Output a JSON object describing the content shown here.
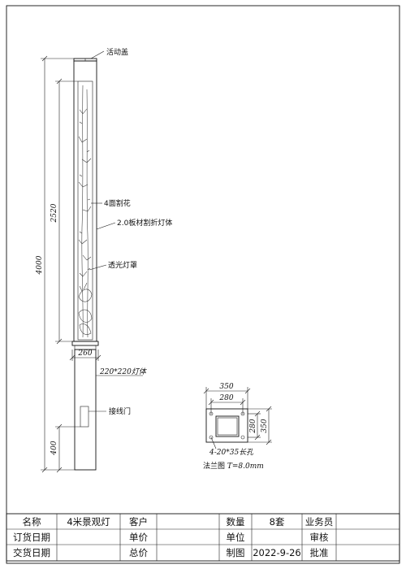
{
  "drawing": {
    "labels": {
      "cover": "活动盖",
      "carving": "4面割花",
      "body": "2.0板材割折灯体",
      "shade": "透光灯罩",
      "lamp_body_size": "220*220灯体",
      "wiring_door": "接线门",
      "slots": "4-20*35长孔",
      "flange_prefix": "法兰图 ",
      "flange_thickness": "T=8.0mm"
    },
    "dimensions": {
      "total_height": "4000",
      "lamp_height": "2520",
      "lamp_width": "260",
      "door_height": "400",
      "flange_outer": "350",
      "flange_bolt": "280",
      "flange_bolt_v": "280",
      "flange_outer_v": "350"
    }
  },
  "title_block": {
    "row1": [
      "名称",
      "4米景观灯",
      "客户",
      "",
      "数量",
      "8套",
      "业务员",
      ""
    ],
    "row2": [
      "订货日期",
      "",
      "单价",
      "",
      "单位",
      "",
      "审核",
      ""
    ],
    "row3": [
      "交货日期",
      "",
      "总价",
      "",
      "制图",
      "2022-9-26",
      "批准",
      ""
    ]
  }
}
